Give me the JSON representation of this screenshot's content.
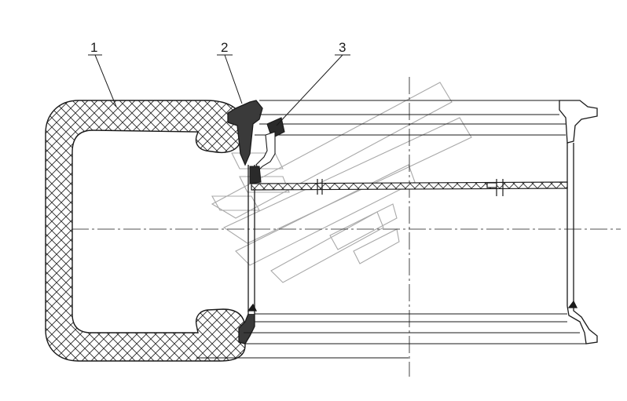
{
  "callouts": [
    {
      "label": "1",
      "part": "tire"
    },
    {
      "label": "2",
      "part": "wheel-rim-flange"
    },
    {
      "label": "3",
      "part": "valve-stem"
    }
  ],
  "colors": {
    "line": "#1a1a1a",
    "hatch": "#2a2a2a",
    "watermark": "#9a9a9a"
  },
  "watermark": {
    "icon": "brand-logo-watermark"
  }
}
